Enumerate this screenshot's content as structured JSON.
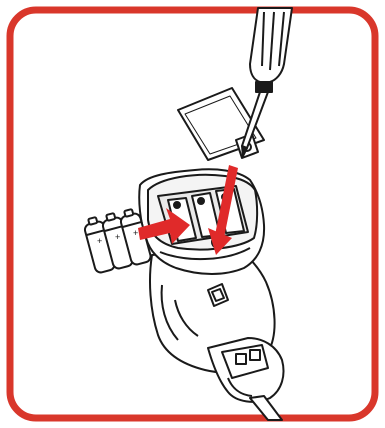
{
  "illustration": {
    "frame_color": "#d9372b",
    "arrow_color": "#e02a2a",
    "line_color": "#1a1a1a",
    "fill_color": "#ffffff",
    "battery_count": 3,
    "battery_polarity_label": "+",
    "objects": [
      "screwdriver",
      "battery-compartment-cover",
      "cover-screw",
      "battery-compartment",
      "aa-batteries",
      "device-handle"
    ]
  }
}
